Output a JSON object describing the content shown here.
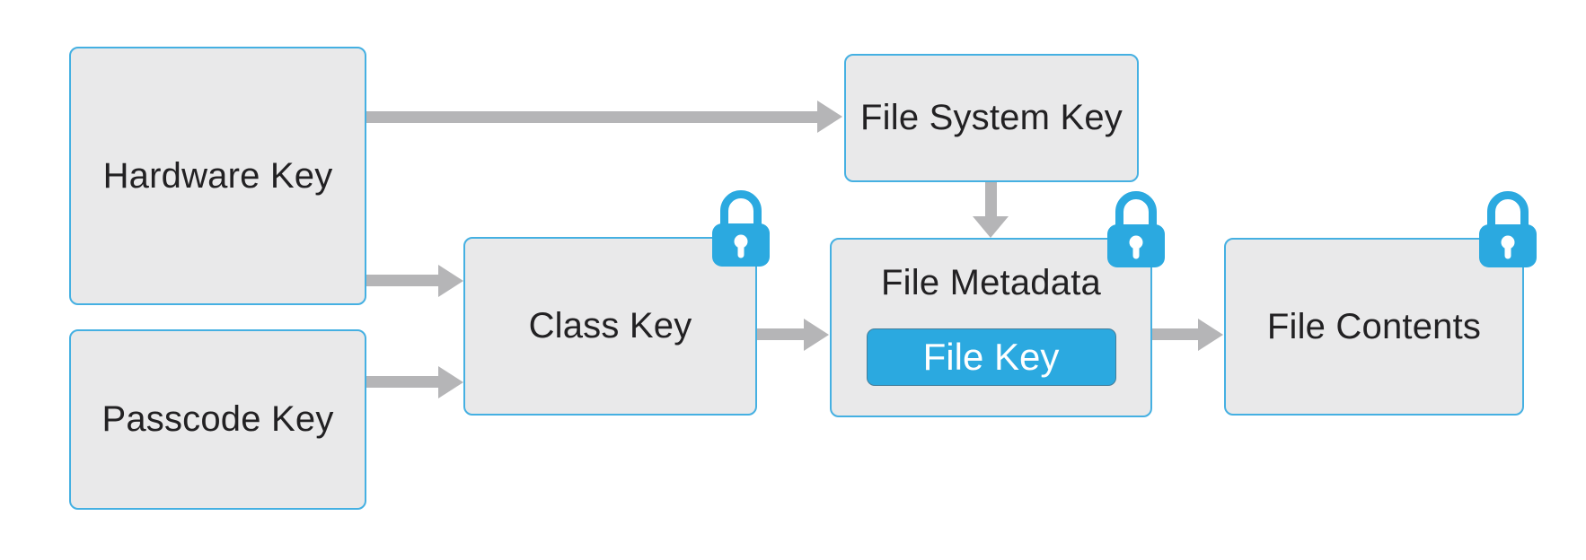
{
  "diagram": {
    "background": "#ffffff",
    "colors": {
      "node_fill": "#e9e9ea",
      "node_border": "#45b0e2",
      "arrow": "#b5b5b7",
      "accent_blue": "#2ba9e0",
      "label_text": "#222123",
      "file_key_text": "#ffffff"
    },
    "nodes": {
      "hardware_key": {
        "label": "Hardware Key",
        "locked": false
      },
      "passcode_key": {
        "label": "Passcode Key",
        "locked": false
      },
      "file_system_key": {
        "label": "File System Key",
        "locked": false
      },
      "class_key": {
        "label": "Class Key",
        "locked": true
      },
      "file_metadata": {
        "label": "File Metadata",
        "locked": true
      },
      "file_key": {
        "label": "File Key"
      },
      "file_contents": {
        "label": "File Contents",
        "locked": true
      }
    },
    "edges": [
      {
        "from": "hardware_key",
        "to": "file_system_key"
      },
      {
        "from": "hardware_key",
        "to": "class_key"
      },
      {
        "from": "passcode_key",
        "to": "class_key"
      },
      {
        "from": "class_key",
        "to": "file_metadata"
      },
      {
        "from": "file_system_key",
        "to": "file_metadata"
      },
      {
        "from": "file_metadata",
        "to": "file_contents"
      }
    ]
  }
}
